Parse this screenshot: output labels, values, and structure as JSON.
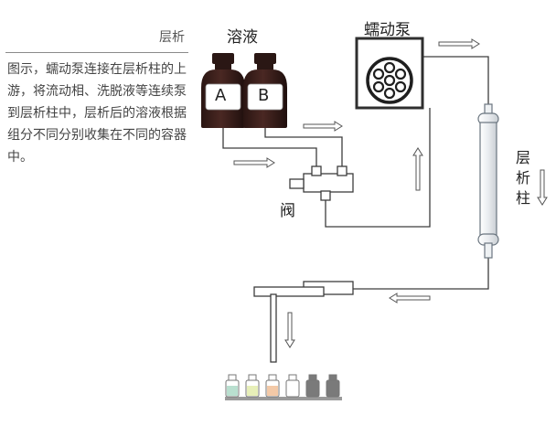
{
  "sidebar": {
    "title": "层析",
    "description": "图示，蠕动泵连接在层析柱的上游，将流动相、洗脱液等连续泵到层析柱中，层析后的溶液根据组分不同分别收集在不同的容器中。"
  },
  "diagram": {
    "solution_label": "溶液",
    "pump_label": "蠕动泵",
    "valve_label": "阀",
    "column_label": "层析柱",
    "bottle_a": "A",
    "bottle_b": "B"
  },
  "colors": {
    "bottle_body": "#3b1f1b",
    "bottle_cap": "#2a1714",
    "line": "#3d3d3d",
    "label_bg": "#ffffff",
    "vials": [
      "#b9dfcf",
      "#e7efb8",
      "#f3c9a7",
      "#ffffff",
      "#7a7a7a",
      "#7a7a7a"
    ]
  }
}
